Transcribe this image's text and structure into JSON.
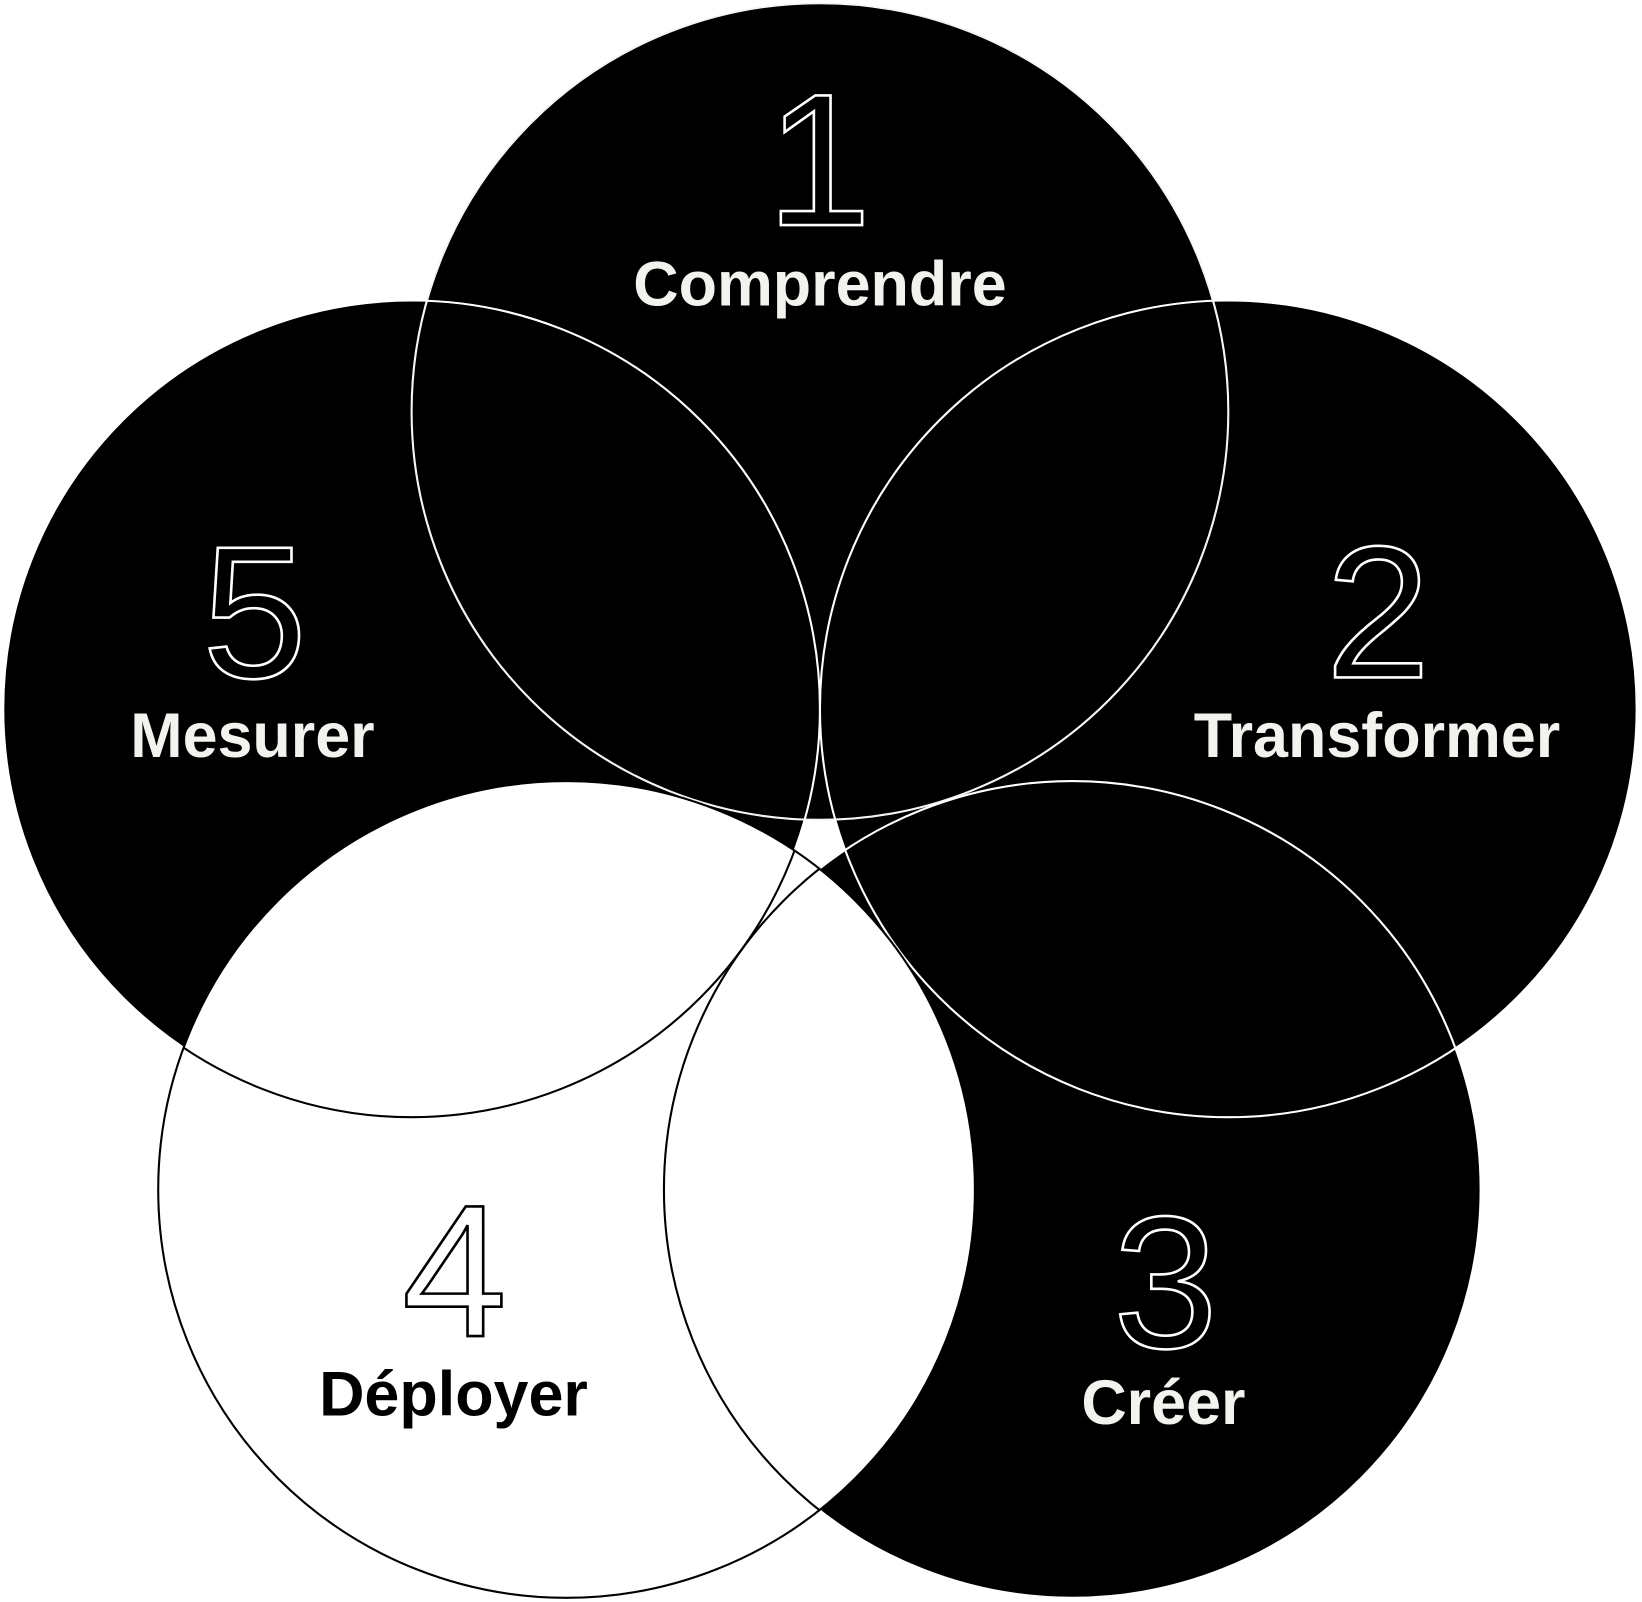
{
  "colors": {
    "dark": "#000000",
    "light": "#ffffff",
    "label_light": "#f2f2ee"
  },
  "steps": [
    {
      "number": "1",
      "label": "Comprendre"
    },
    {
      "number": "2",
      "label": "Transformer"
    },
    {
      "number": "3",
      "label": "Créer"
    },
    {
      "number": "4",
      "label": "Déployer"
    },
    {
      "number": "5",
      "label": "Mesurer"
    }
  ]
}
